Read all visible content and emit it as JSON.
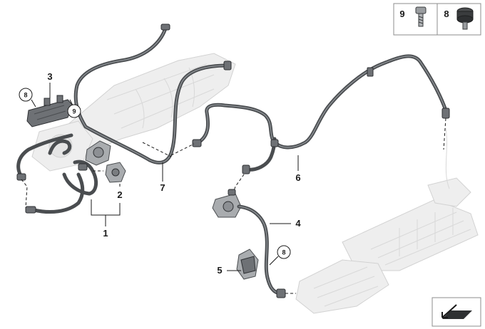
{
  "callouts": {
    "c1": "1",
    "c2": "2",
    "c3": "3",
    "c4": "4",
    "c5": "5",
    "c6": "6",
    "c7": "7",
    "c8a": "8",
    "c8b": "8",
    "c9": "9"
  },
  "legend": {
    "item9": "9",
    "item8": "8"
  },
  "colors": {
    "hose": "#4a4d50",
    "ghost": "#eeeeee",
    "text": "#1a1a1a"
  }
}
